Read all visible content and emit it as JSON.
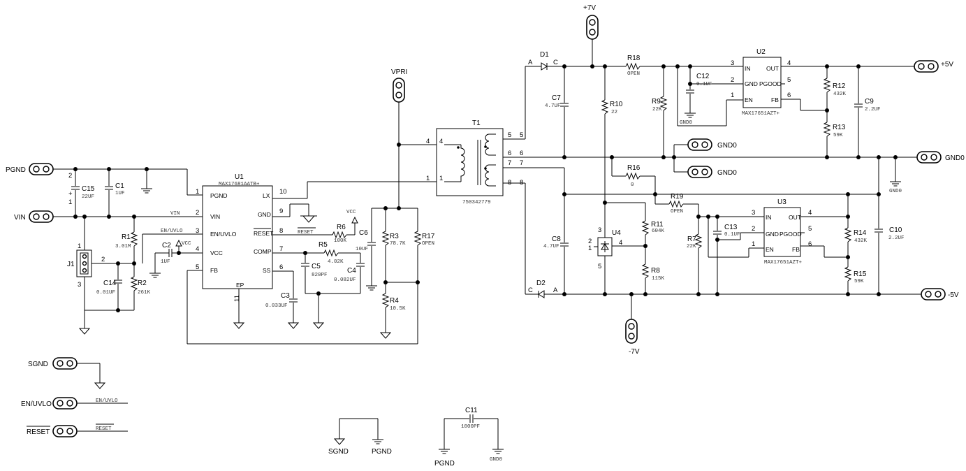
{
  "test_points": {
    "pgnd": "PGND",
    "vin": "VIN",
    "vpri": "VPRI",
    "p7v": "+7V",
    "p5v": "+5V",
    "gnd0_right": "GND0",
    "gnd0_mid1": "GND0",
    "gnd0_mid2": "GND0",
    "m5v": "-5V",
    "m7v": "-7V",
    "sgnd": "SGND",
    "en_uvlo": "EN/UVLO",
    "reset": "RESET"
  },
  "connector": {
    "ref": "J1",
    "pins": [
      "1",
      "2",
      "3"
    ]
  },
  "u1": {
    "ref": "U1",
    "part": "MAX17681AATB+",
    "left_pins": [
      {
        "num": "1",
        "name": "PGND"
      },
      {
        "num": "2",
        "name": "VIN"
      },
      {
        "num": "3",
        "name": "EN/UVLO"
      },
      {
        "num": "4",
        "name": "VCC"
      },
      {
        "num": "5",
        "name": "FB"
      }
    ],
    "right_pins": [
      {
        "num": "10",
        "name": "LX"
      },
      {
        "num": "9",
        "name": "GND"
      },
      {
        "num": "8",
        "name": "RESET"
      },
      {
        "num": "7",
        "name": "COMP"
      },
      {
        "num": "6",
        "name": "SS"
      }
    ],
    "ep_name": "EP",
    "ep_num": "11"
  },
  "t1": {
    "ref": "T1",
    "part": "750342779",
    "pins": [
      "4",
      "1",
      "5",
      "6",
      "7",
      "8"
    ]
  },
  "u2": {
    "ref": "U2",
    "part": "MAX17651AZT+",
    "pins": [
      {
        "num": "3",
        "name": "IN"
      },
      {
        "num": "2",
        "name": "GND"
      },
      {
        "num": "1",
        "name": "EN"
      },
      {
        "num": "4",
        "name": "OUT"
      },
      {
        "num": "5",
        "name": "PGOOD"
      },
      {
        "num": "6",
        "name": "FB"
      }
    ]
  },
  "u3": {
    "ref": "U3",
    "part": "MAX17651AZT+",
    "pins": [
      {
        "num": "3",
        "name": "IN"
      },
      {
        "num": "2",
        "name": "GND"
      },
      {
        "num": "1",
        "name": "EN"
      },
      {
        "num": "4",
        "name": "OUT"
      },
      {
        "num": "5",
        "name": "PGOOD"
      },
      {
        "num": "6",
        "name": "FB"
      }
    ]
  },
  "u4": {
    "ref": "U4",
    "pins": [
      "3",
      "2",
      "1",
      "4",
      "5"
    ]
  },
  "diodes": {
    "d1": {
      "ref": "D1",
      "a": "A",
      "c": "C"
    },
    "d2": {
      "ref": "D2",
      "a": "A",
      "c": "C"
    }
  },
  "capacitors": {
    "c15": {
      "ref": "C15",
      "value": "22UF"
    },
    "c1": {
      "ref": "C1",
      "value": "1UF"
    },
    "c2": {
      "ref": "C2",
      "value": "1UF"
    },
    "c14": {
      "ref": "C14",
      "value": "0.01UF"
    },
    "c3": {
      "ref": "C3",
      "value": "0.033UF"
    },
    "c5": {
      "ref": "C5",
      "value": "820PF"
    },
    "c4": {
      "ref": "C4",
      "value": "0.082UF"
    },
    "c6": {
      "ref": "C6",
      "value": "10UF"
    },
    "c7": {
      "ref": "C7",
      "value": "4.7UF"
    },
    "c8": {
      "ref": "C8",
      "value": "4.7UF"
    },
    "c12": {
      "ref": "C12",
      "value": "0.1UF"
    },
    "c9": {
      "ref": "C9",
      "value": "2.2UF"
    },
    "c13": {
      "ref": "C13",
      "value": "0.1UF"
    },
    "c10": {
      "ref": "C10",
      "value": "2.2UF"
    },
    "c11": {
      "ref": "C11",
      "value": "1000PF"
    }
  },
  "resistors": {
    "r1": {
      "ref": "R1",
      "value": "3.01M"
    },
    "r2": {
      "ref": "R2",
      "value": "261K"
    },
    "r6": {
      "ref": "R6",
      "value": "100K"
    },
    "r5": {
      "ref": "R5",
      "value": "4.02K"
    },
    "r3": {
      "ref": "R3",
      "value": "78.7K"
    },
    "r17": {
      "ref": "R17",
      "value": "OPEN"
    },
    "r4": {
      "ref": "R4",
      "value": "10.5K"
    },
    "r18": {
      "ref": "R18",
      "value": "OPEN"
    },
    "r10": {
      "ref": "R10",
      "value": "22"
    },
    "r9": {
      "ref": "R9",
      "value": "22K"
    },
    "r12": {
      "ref": "R12",
      "value": "432K"
    },
    "r13": {
      "ref": "R13",
      "value": "59K"
    },
    "r16": {
      "ref": "R16",
      "value": "0"
    },
    "r19": {
      "ref": "R19",
      "value": "OPEN"
    },
    "r11": {
      "ref": "R11",
      "value": "604K"
    },
    "r8": {
      "ref": "R8",
      "value": "115K"
    },
    "r7": {
      "ref": "R7",
      "value": "22K"
    },
    "r14": {
      "ref": "R14",
      "value": "432K"
    },
    "r15": {
      "ref": "R15",
      "value": "59K"
    }
  },
  "net_labels": {
    "vin": "VIN",
    "en_uvlo": "EN/UVLO",
    "vcc": "VCC",
    "reset": "RESET",
    "vcc2": "VCC",
    "gnd0_a": "GND0",
    "gnd0_b": "GND0",
    "gnd0_c": "GND0",
    "sgnd_bottom": "SGND",
    "pgnd_bottom": "PGND",
    "pgnd_c11": "PGND"
  },
  "supply_signs": {
    "c15_pin2": "2",
    "c15_pin1": "1",
    "c15_plus": "+"
  }
}
